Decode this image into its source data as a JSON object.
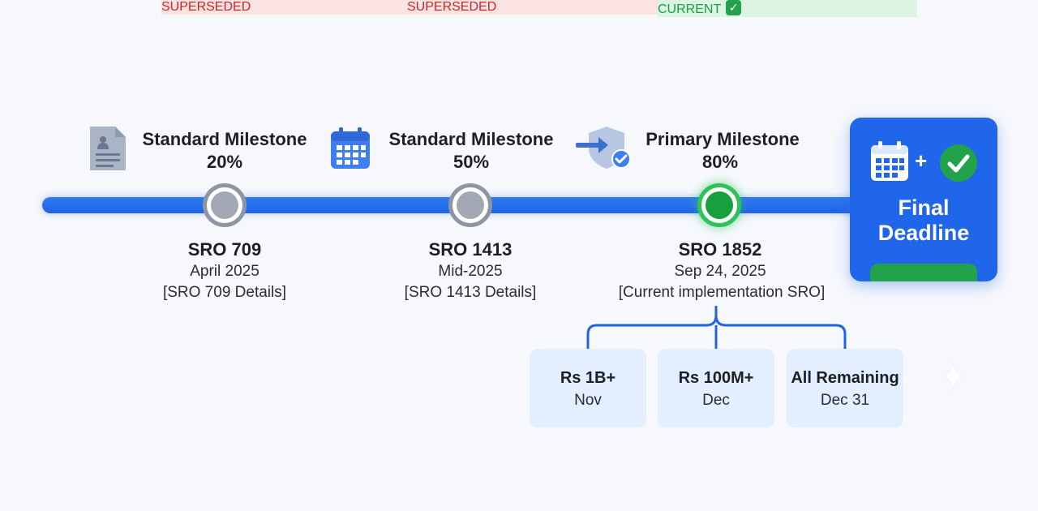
{
  "milestones": [
    {
      "status": "SUPERSEDED",
      "title": "Standard Milestone",
      "percent": "20%",
      "sro": "SRO 709",
      "date": "April 2025",
      "details": "[SRO 709 Details]",
      "icon": "document-icon"
    },
    {
      "status": "SUPERSEDED",
      "title": "Standard Milestone",
      "percent": "50%",
      "sro": "SRO 1413",
      "date": "Mid-2025",
      "details": "[SRO 1413 Details]",
      "icon": "calendar-icon"
    },
    {
      "status": "CURRENT",
      "title": "Primary Milestone",
      "percent": "80%",
      "sro": "SRO 1852",
      "date": "Sep 24, 2025",
      "details": "[Current implementation SRO]",
      "icon": "shield-check-icon"
    }
  ],
  "final": {
    "title_line1": "Final",
    "title_line2": "Deadline",
    "plus": "+",
    "icons": [
      "calendar-icon",
      "check-circle-icon"
    ]
  },
  "sub_deadlines": [
    {
      "amount": "Rs 1B+",
      "when": "Nov"
    },
    {
      "amount": "Rs 100M+",
      "when": "Dec"
    },
    {
      "amount": "All Remaining",
      "when": "Dec 31"
    }
  ],
  "colors": {
    "track": "#1f63e6",
    "superseded_bg": "#fbe3e2",
    "superseded_text": "#c62828",
    "current_bg": "#dcf5e3",
    "current_text": "#1f9a45",
    "final_card": "#1f66ea",
    "sub_card": "#e3efff"
  }
}
